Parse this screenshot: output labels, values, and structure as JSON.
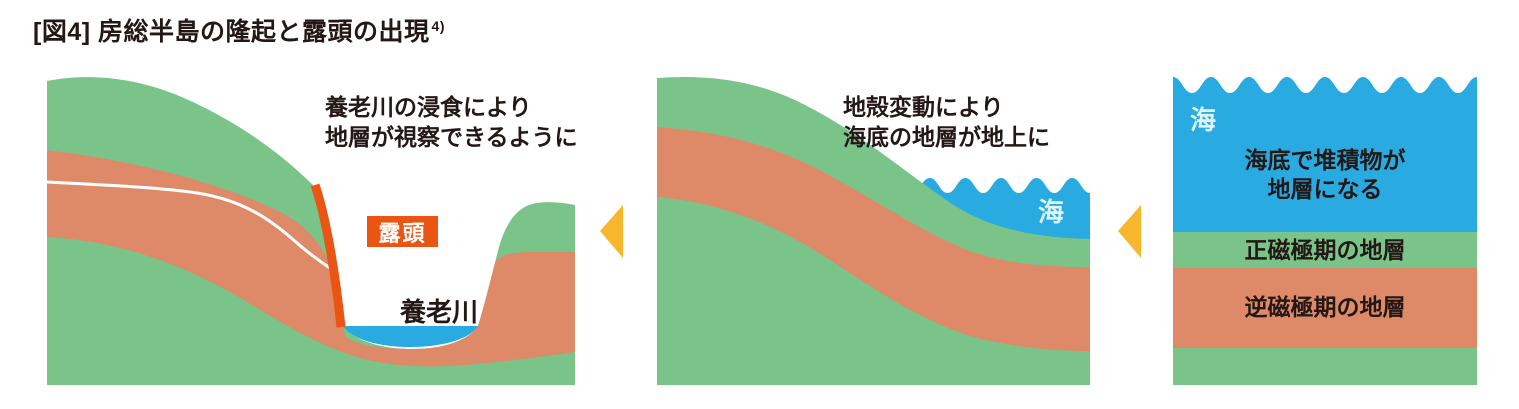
{
  "title": {
    "prefix": "[図4]",
    "main": "房総半島の隆起と露頭の出現",
    "footnote": "4)"
  },
  "colors": {
    "green": "#7AC48A",
    "salmon": "#DE8A68",
    "sea_blue": "#29ABE2",
    "outcrop_orange": "#EA5514",
    "arrow_yellow": "#F8B62D",
    "text_black": "#231815",
    "badge_text": "#FFFFFF",
    "stratum_line_white": "#FFFFFF"
  },
  "panel_erosion": {
    "caption": {
      "lines": [
        "養老川の浸食により",
        "地層が視察できるように"
      ]
    },
    "outcrop_badge": "露頭",
    "river_label": "養老川"
  },
  "panel_uplift": {
    "caption": {
      "lines": [
        "地殻変動により",
        "海底の地層が地上に"
      ]
    },
    "sea_label": "海"
  },
  "panel_deposition": {
    "sea_label": "海",
    "sediment_caption": {
      "lines": [
        "海底で堆積物が",
        "地層になる"
      ]
    },
    "normal_polarity_label": "正磁極期の地層",
    "reversed_polarity_label": "逆磁極期の地層"
  }
}
